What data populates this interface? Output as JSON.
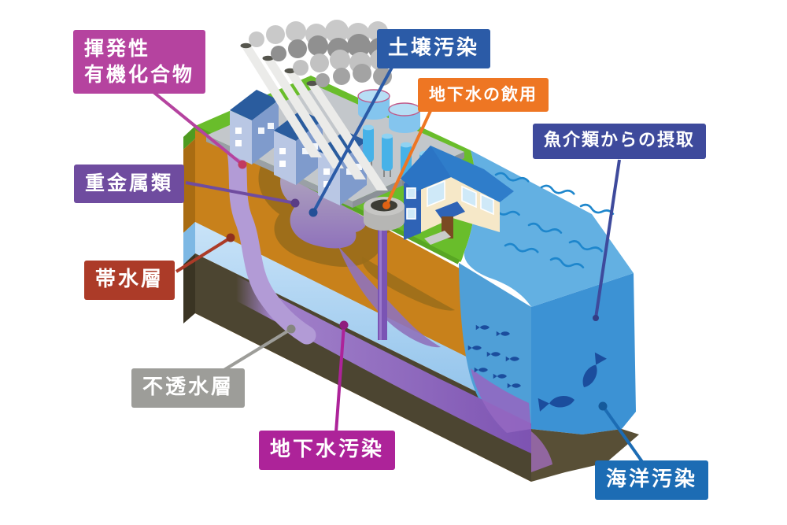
{
  "labels": {
    "voc": {
      "line1": "揮発性",
      "line2": "有機化合物",
      "color": "#b5439f",
      "dot": "#c13a60"
    },
    "soil": {
      "text": "土壌汚染",
      "color": "#2b5ba7",
      "dot": "#234f96"
    },
    "drink": {
      "text": "地下水の飲用",
      "color": "#ee7623",
      "dot": "#e06214"
    },
    "seafood": {
      "text": "魚介類からの摂取",
      "color": "#3e4a9c",
      "dot": "#333d85"
    },
    "heavy": {
      "text": "重金属類",
      "color": "#6f4c9f",
      "dot": "#5a3c85"
    },
    "aquifer": {
      "text": "帯水層",
      "color": "#ac3b28",
      "dot": "#8f2f1f"
    },
    "imperme": {
      "text": "不透水層",
      "color": "#9d9d99",
      "dot": "#85857f"
    },
    "gw": {
      "text": "地下水汚染",
      "color": "#ad2399",
      "dot": "#8f1d7e"
    },
    "marine": {
      "text": "海洋汚染",
      "color": "#1c6cb4",
      "dot": "#155a9b"
    }
  },
  "scene": {
    "colors": {
      "grass": "#69bd2b",
      "grass_side": "#4e9b20",
      "grass_edge": "#58a623",
      "soil": "#c8811b",
      "soil_side": "#a96c12",
      "impermeable": "#4c4531",
      "impermeable_side": "#3a3423",
      "ocean_top": "#63b0e2",
      "wave": "#1e86cc",
      "ocean_front": "#3c92d4",
      "ocean_side": "#4f9fd7",
      "seabed": "#584f36",
      "fish": "#1b4d9d",
      "pipe": "#7a54b4",
      "plume_brown": "#9a6d1a",
      "plume_ribbon": "#b29bd6",
      "smoke_light": "#c9c9c9",
      "smoke_dark": "#909090",
      "platform": "#c3c7cb",
      "building_light": "#b9c7e4",
      "building_dark": "#2a5c9e",
      "building_side": "#7f9bcc",
      "chimney": "#ebebe9",
      "chimney_cap": "#55554d",
      "tank_wide": "#84c5ee",
      "tank_tall": "#47b2e8",
      "house_cream": "#f6e8c8",
      "house_blue": "#2f63b6",
      "house_roof": "#2f7dca",
      "house_door": "#7a4a22",
      "house_window": "#cfe9f8",
      "well_gray": "#b6b6b4",
      "well_hole": "#3c3c34"
    }
  }
}
